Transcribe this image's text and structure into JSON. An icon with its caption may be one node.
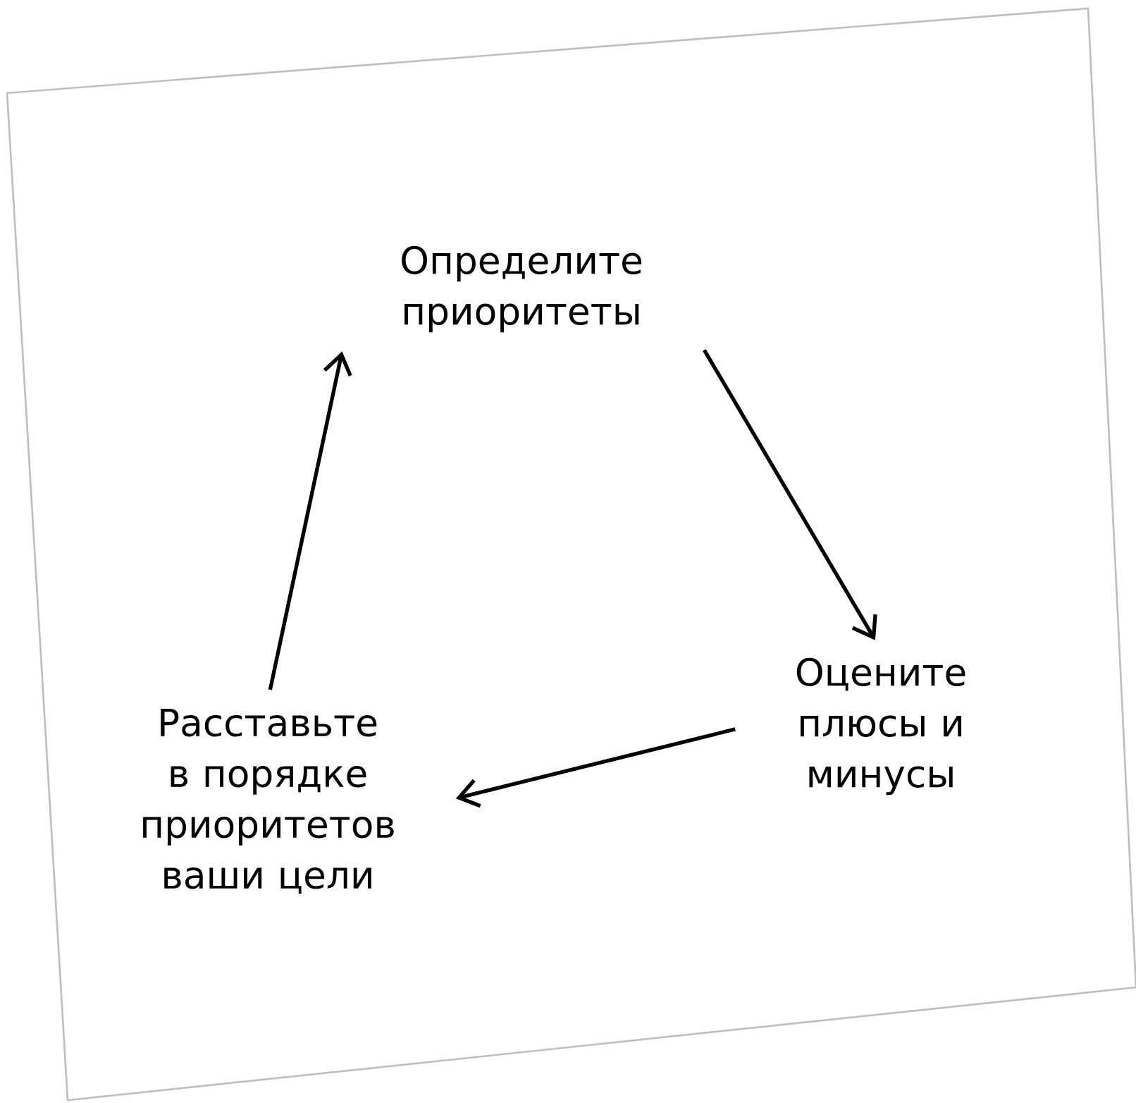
{
  "diagram": {
    "nodes": [
      {
        "text": [
          "Определите приоритеты"
        ]
      },
      {
        "text": [
          "Оцените плюсы и минусы"
        ]
      },
      {
        "text": [
          "Расставьте в порядке приоритетов ваши цели"
        ]
      }
    ],
    "edges": [
      {
        "from": 0,
        "to": 1,
        "arrow": "to"
      },
      {
        "from": 1,
        "to": 2,
        "arrow": "to"
      },
      {
        "from": 2,
        "to": 0,
        "arrow": "to"
      }
    ]
  }
}
